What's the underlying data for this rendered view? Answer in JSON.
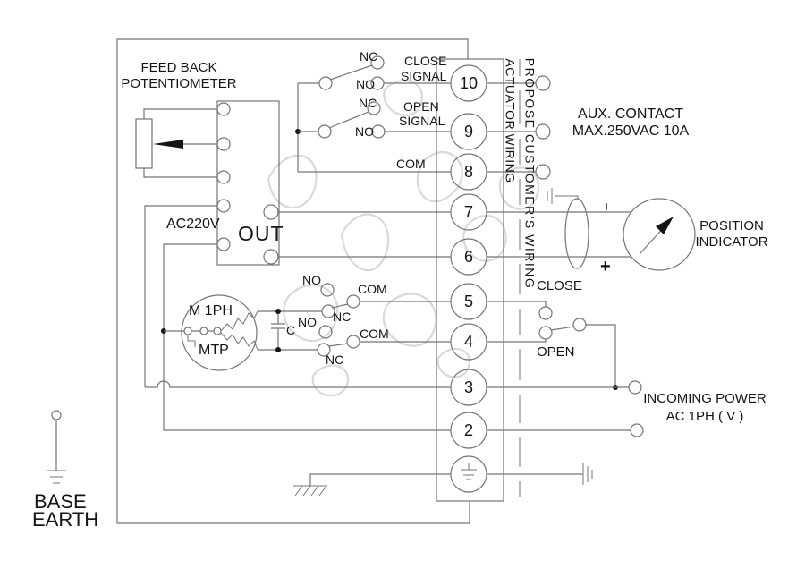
{
  "colors": {
    "line": "#757575",
    "text": "#141414",
    "watermark": "#d9d9d9"
  },
  "labels": {
    "feedback_line1": "FEED BACK",
    "feedback_line2": "POTENTIOMETER",
    "aux_switch": {
      "nc1": "NC",
      "no1": "NO",
      "close1": "CLOSE",
      "signal1": "SIGNAL",
      "nc2": "NC",
      "no2": "NO",
      "open2": "OPEN",
      "signal2": "SIGNAL",
      "com": "COM"
    },
    "power_block": {
      "ac220v": "AC220V",
      "out": "OUT"
    },
    "cam_switch": {
      "no_top": "NO",
      "com_top": "COM",
      "nc_top": "NC",
      "no_bot": "NO",
      "com_bot": "COM",
      "nc_bot": "NC",
      "cap": "C"
    },
    "motor": {
      "line1": "M 1PH",
      "line2": "MTP"
    },
    "strip": {
      "actuator_side": "ACTUATOR WIRING",
      "customer_side": "PROPOSE CUSTOMER'S WIRING",
      "terminals": [
        "10",
        "9",
        "8",
        "7",
        "6",
        "5",
        "4",
        "3",
        "2"
      ]
    },
    "aux_contact_line1": "AUX. CONTACT",
    "aux_contact_line2": "MAX.250VAC 10A",
    "indicator": {
      "line1": "POSITION",
      "line2": "INDICATOR",
      "minus": "−",
      "plus": "+"
    },
    "controls": {
      "close": "CLOSE",
      "open": "OPEN"
    },
    "incoming_line1": "INCOMING POWER",
    "incoming_line2": "AC 1PH ( V )",
    "base_earth_line1": "BASE",
    "base_earth_line2": "EARTH"
  }
}
